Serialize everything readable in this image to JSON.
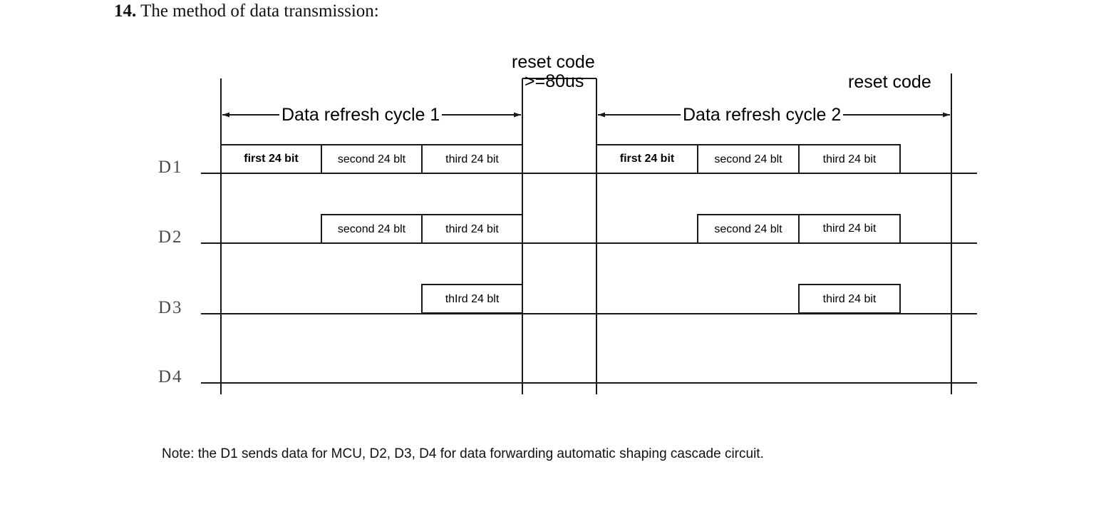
{
  "question": {
    "number": "14.",
    "text": "The method of data transmission:"
  },
  "diagram": {
    "reset_code_top_label": "reset code",
    "reset_code_duration": ">=80us",
    "reset_code_right_label": "reset code",
    "cycle1_label": "Data refresh cycle 1",
    "cycle2_label": "Data refresh cycle 2",
    "channels": [
      {
        "name": "D1"
      },
      {
        "name": "D2"
      },
      {
        "name": "D3"
      },
      {
        "name": "D4"
      }
    ],
    "cycle1_cells": {
      "d1": [
        "first 24 bit",
        "second 24 blt",
        "third 24 bit"
      ],
      "d2": [
        "second 24 blt",
        "third 24 bit"
      ],
      "d3": [
        "thIrd 24 blt"
      ],
      "d4": []
    },
    "cycle2_cells": {
      "d1": [
        "first 24 bit",
        "second 24 blt",
        "third 24 bit"
      ],
      "d2": [
        "second 24 blt",
        "third 24 bit"
      ],
      "d3": [
        "third 24 bit"
      ],
      "d4": []
    },
    "colors": {
      "line": "#1a1a1a",
      "label_gray": "#4a4a4a",
      "background": "#ffffff"
    }
  },
  "note": "Note: the D1 sends data for MCU, D2, D3, D4 for data forwarding automatic shaping cascade circuit."
}
